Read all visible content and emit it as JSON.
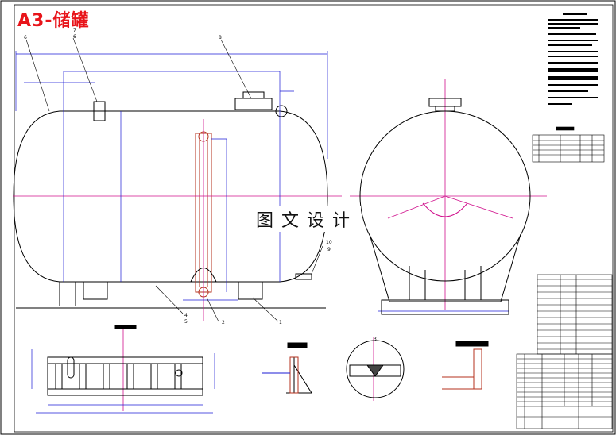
{
  "title": "A3-储罐",
  "watermark": "图文设计",
  "callouts": [
    "6",
    "7",
    "6",
    "8",
    "10",
    "9",
    "4",
    "5",
    "2",
    "1"
  ],
  "section_label": "3"
}
